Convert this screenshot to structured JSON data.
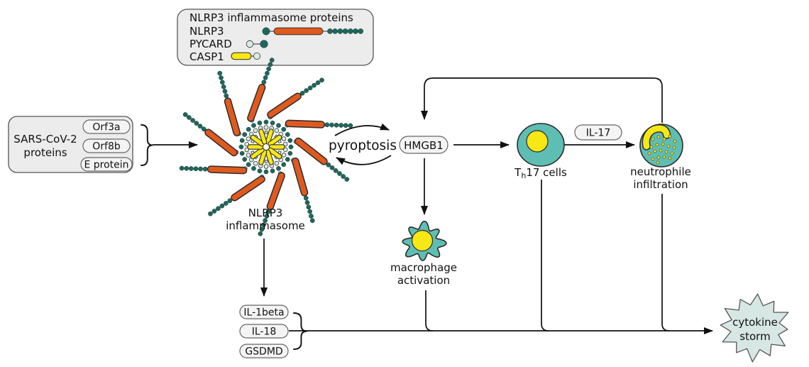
{
  "legend": {
    "title": "NLRP3 inflammasome proteins",
    "rows": [
      {
        "label": "NLRP3"
      },
      {
        "label": "PYCARD"
      },
      {
        "label": "CASP1"
      }
    ]
  },
  "sars": {
    "line1": "SARS-CoV-2",
    "line2": "proteins",
    "pills": [
      "Orf3a",
      "Orf8b",
      "E protein"
    ]
  },
  "inflammasome": {
    "line1": "NLRP3",
    "line2": "inflammasome"
  },
  "pyroptosis": {
    "label": "pyroptosis"
  },
  "hmgb1": {
    "label": "HMGB1"
  },
  "th17": {
    "prefix": "T",
    "sub": "h",
    "suffix": "17 cells"
  },
  "il17": {
    "label": "IL-17"
  },
  "macrophage": {
    "line1": "macrophage",
    "line2": "activation"
  },
  "neutrophile": {
    "line1": "neutrophile",
    "line2": "infiltration"
  },
  "outputs": {
    "pills": [
      "IL-1beta",
      "IL-18",
      "GSDMD"
    ]
  },
  "cytokine": {
    "line1": "cytokine",
    "line2": "storm"
  },
  "colors": {
    "ink": "#111111",
    "outline": "#2b2b2b",
    "darkteal": "#1b695e",
    "orange": "#e05a1f",
    "yellow": "#f7e714",
    "pale": "#d9ece8",
    "cellteal": "#5fbeb4",
    "boxfill": "#ececec",
    "boxstroke": "#555555",
    "pillfill": "#f4f4f4",
    "pillstroke": "#666666",
    "stormfill": "#d7e8e4"
  }
}
